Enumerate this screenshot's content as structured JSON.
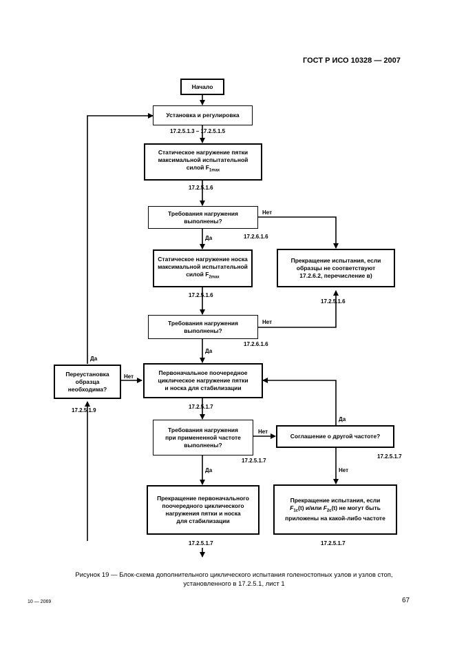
{
  "header": {
    "title": "ГОСТ Р ИСО 10328 — 2007"
  },
  "boxes": {
    "start": "Начало",
    "setup": "Установка и регулировка",
    "static_heel": [
      "Статическое нагружение пятки",
      "максимальной испытательной",
      "силой F"
    ],
    "static_heel_sub": "1max",
    "req1": [
      "Требования нагружения",
      "выполнены?"
    ],
    "stop1": [
      "Прекращение испытания, если",
      "образцы не соответствуют",
      "17.2.6.2, перечисление в)"
    ],
    "static_toe": [
      "Статическое нагружение носка",
      "максимальной испытательной",
      "силой F"
    ],
    "static_toe_sub": "2max",
    "req2": [
      "Требования нагружения",
      "выполнены?"
    ],
    "reinstall": [
      "Переустановка",
      "образца",
      "необходима?"
    ],
    "cyclic": [
      "Первоначальное поочередное",
      "циклическое нагружение пятки",
      "и носка для стабилизации"
    ],
    "req3": [
      "Требования нагружения",
      "при примененной частоте",
      "выполнены?"
    ],
    "agreement": "Соглашение о другой частоте?",
    "stop_cyclic": [
      "Прекращение первоначального",
      "поочередного циклического",
      "нагружения пятки и носка",
      "для стабилизации"
    ],
    "stop2_line1": "Прекращение испытания, если",
    "stop2_f1": "F",
    "stop2_f1_sub": "1c",
    "stop2_mid": "(t) и/или",
    "stop2_f2": "F",
    "stop2_f2_sub": "2c",
    "stop2_end": "(t) не могут быть",
    "stop2_line3": "приложены на какой-либо частоте"
  },
  "refs": {
    "r1": "17.2.5.1.3 – 17.2.5.1.5",
    "r2": "17.2.5.1.6",
    "r3": "17.2.6.1.6",
    "r4": "17.2.5.1.6",
    "r5": "17.2.5.1.6",
    "r6": "17.2.6.1.6",
    "r7": "17.2.5.1.9",
    "r8": "17.2.5.1.7",
    "r9": "17.2.5.1.7",
    "r10": "17.2.5.1.7",
    "r11": "17.2.5.1.7",
    "r12": "17.2.5.1.7"
  },
  "labels": {
    "yes": "Да",
    "no": "Нет"
  },
  "caption": [
    "Рисунок 19 — Блок-схема дополнительного циклического испытания голеностопных узлов и узлов стоп,",
    "установленного в 17.2.5.1, лист 1"
  ],
  "footer": {
    "left": "10 — 2069",
    "page": "67"
  }
}
